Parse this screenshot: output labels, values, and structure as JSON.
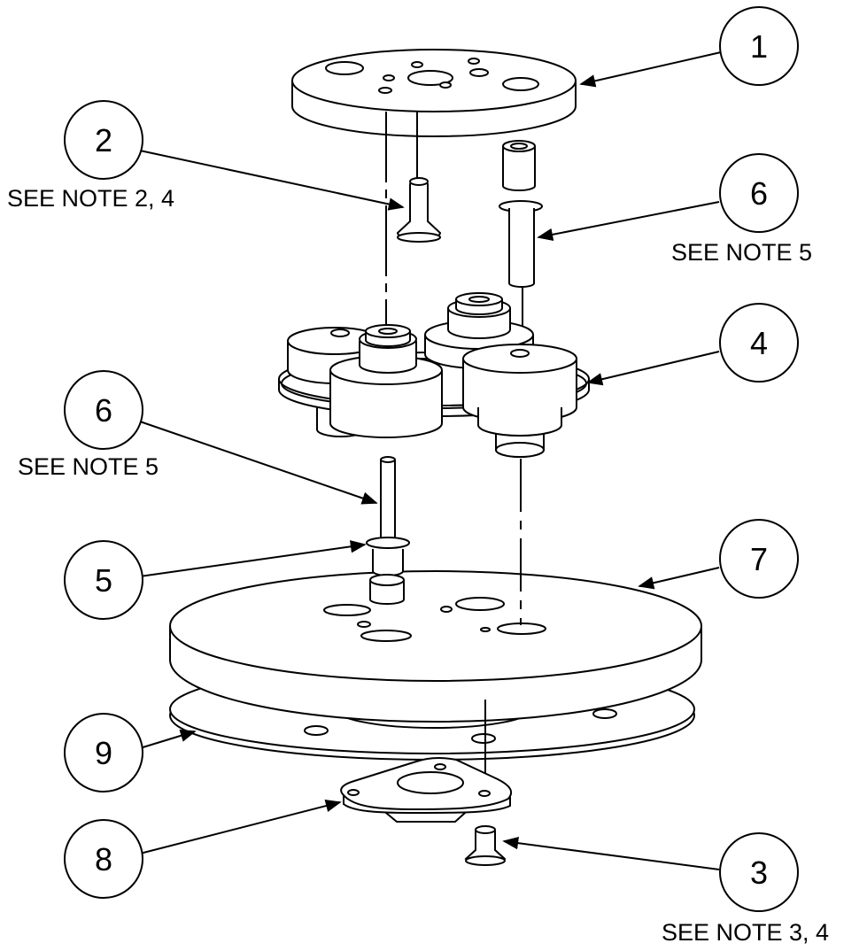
{
  "balloons": [
    {
      "id": "b1",
      "number": "1"
    },
    {
      "id": "b2",
      "number": "2"
    },
    {
      "id": "b6a",
      "number": "6"
    },
    {
      "id": "b4",
      "number": "4"
    },
    {
      "id": "b6b",
      "number": "6"
    },
    {
      "id": "b5",
      "number": "5"
    },
    {
      "id": "b7",
      "number": "7"
    },
    {
      "id": "b9",
      "number": "9"
    },
    {
      "id": "b8",
      "number": "8"
    },
    {
      "id": "b3",
      "number": "3"
    }
  ],
  "notes": {
    "n2": "SEE NOTE 2, 4",
    "n6a": "SEE NOTE 5",
    "n6b": "SEE NOTE 5",
    "n3": "SEE NOTE 3, 4"
  },
  "colors": {
    "line": "#000000",
    "fill": "#ffffff"
  }
}
